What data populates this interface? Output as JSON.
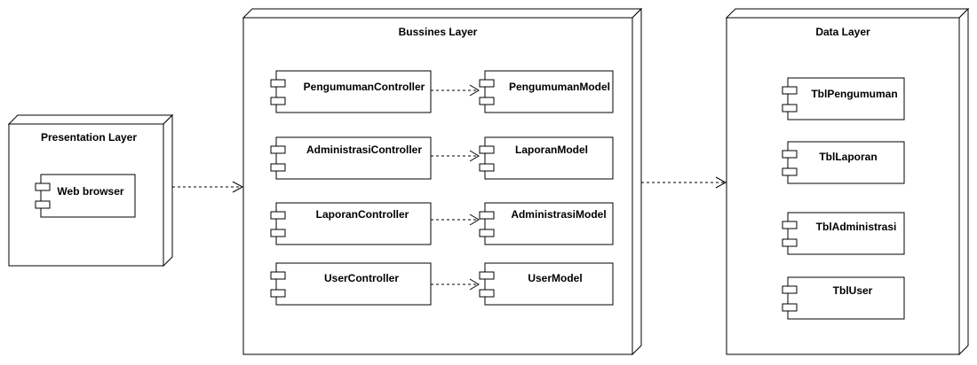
{
  "diagram": {
    "nodes": {
      "presentation": {
        "title": "Presentation Layer",
        "components": [
          "Web browser"
        ]
      },
      "business": {
        "title": "Bussines Layer",
        "controllers": [
          "PengumumanController",
          "AdministrasiController",
          "LaporanController",
          "UserController"
        ],
        "models": [
          "PengumumanModel",
          "LaporanModel",
          "AdministrasiModel",
          "UserModel"
        ]
      },
      "data": {
        "title": "Data Layer",
        "tables": [
          "TblPengumuman",
          "TblLaporan",
          "TblAdministrasi",
          "TblUser"
        ]
      }
    }
  }
}
